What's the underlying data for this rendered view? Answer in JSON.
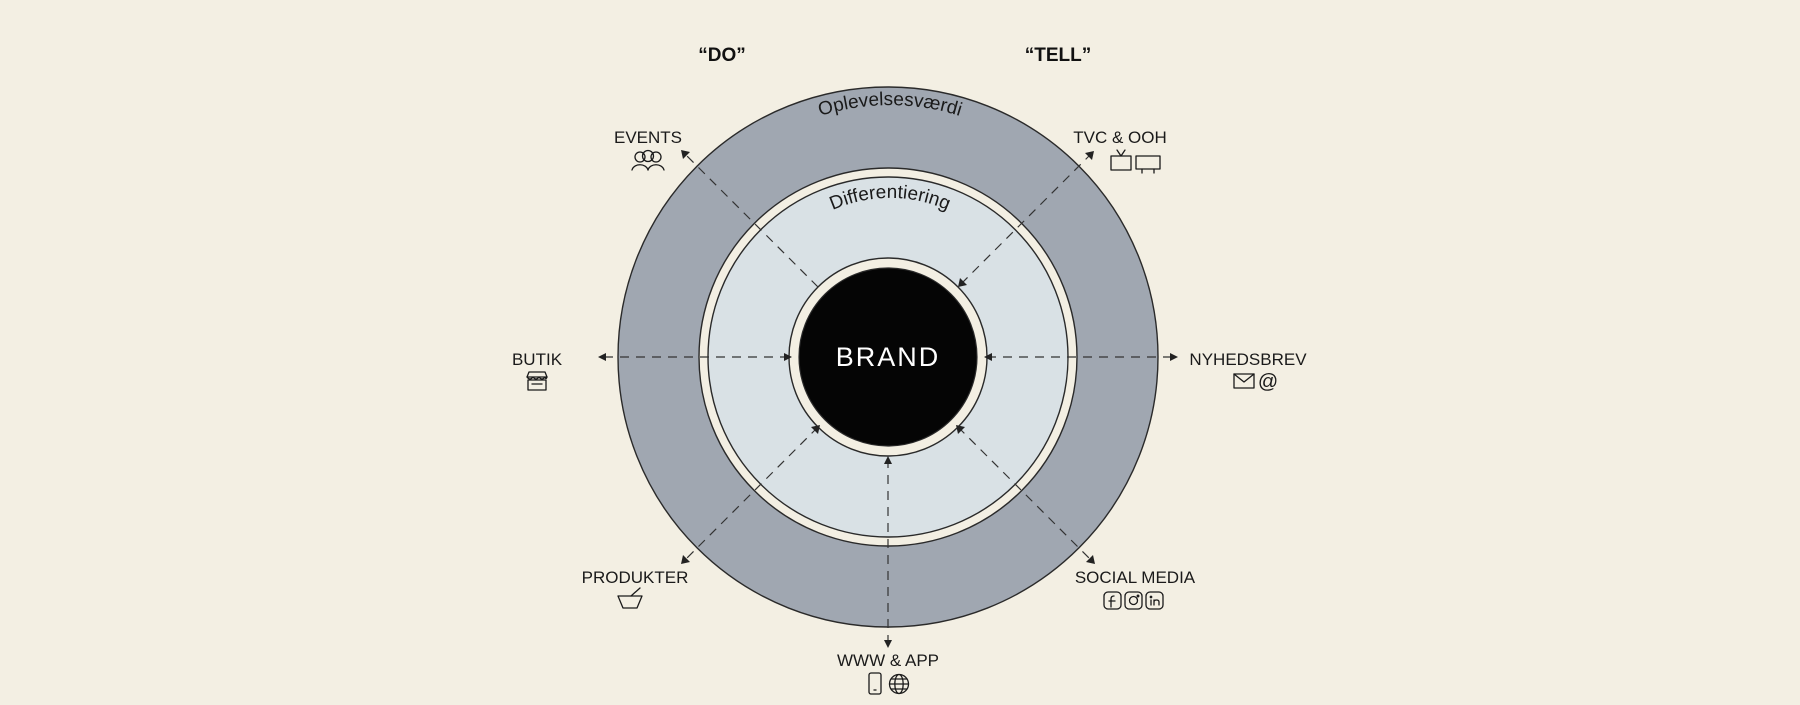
{
  "headings": {
    "do": "“DO”",
    "tell": "“TELL”"
  },
  "rings": {
    "outer": "Oplevelsesværdi",
    "inner": "Differentiering"
  },
  "center": {
    "label": "BRAND"
  },
  "channels": {
    "events": {
      "label": "EVENTS",
      "icon": "group-icon"
    },
    "tvc": {
      "label": "TVC & OOH",
      "icon": "tv-billboard-icon"
    },
    "butik": {
      "label": "BUTIK",
      "icon": "shop-icon"
    },
    "nyhedsbrev": {
      "label": "NYHEDSBREV",
      "icons": [
        "mail-icon",
        "at-icon"
      ]
    },
    "produkter": {
      "label": "PRODUKTER",
      "icon": "basket-icon"
    },
    "social": {
      "label": "SOCIAL MEDIA",
      "icons": [
        "facebook-icon",
        "instagram-icon",
        "linkedin-icon"
      ]
    },
    "www": {
      "label": "WWW & APP",
      "icons": [
        "phone-icon",
        "globe-icon"
      ]
    }
  },
  "colors": {
    "background": "#f3efe3",
    "outer_ring": "#a0a7b1",
    "inner_ring": "#d9e1e5",
    "center": "#050505"
  }
}
